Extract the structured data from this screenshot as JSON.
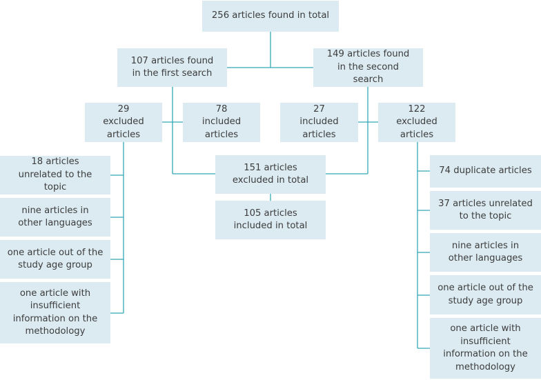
{
  "flowchart": {
    "total_found": "256 articles found in total",
    "first_search": "107 articles found in the first search",
    "second_search": "149 articles found in the second search",
    "first_excluded": "29 excluded articles",
    "first_included": "78 included articles",
    "second_included": "27 included articles",
    "second_excluded": "122 excluded articles",
    "excluded_total": "151 articles excluded in total",
    "included_total": "105 articles included in total",
    "first_exclusion_reasons": [
      "18 articles unrelated to the topic",
      "nine articles in other languages",
      "one article out of the study age group",
      "one article with insufficient information on the methodology"
    ],
    "second_exclusion_reasons": [
      "74 duplicate articles",
      "37 articles unrelated to the topic",
      "nine articles in other languages",
      "one article out of the study age group",
      "one article with insufficient information on the methodology"
    ]
  }
}
